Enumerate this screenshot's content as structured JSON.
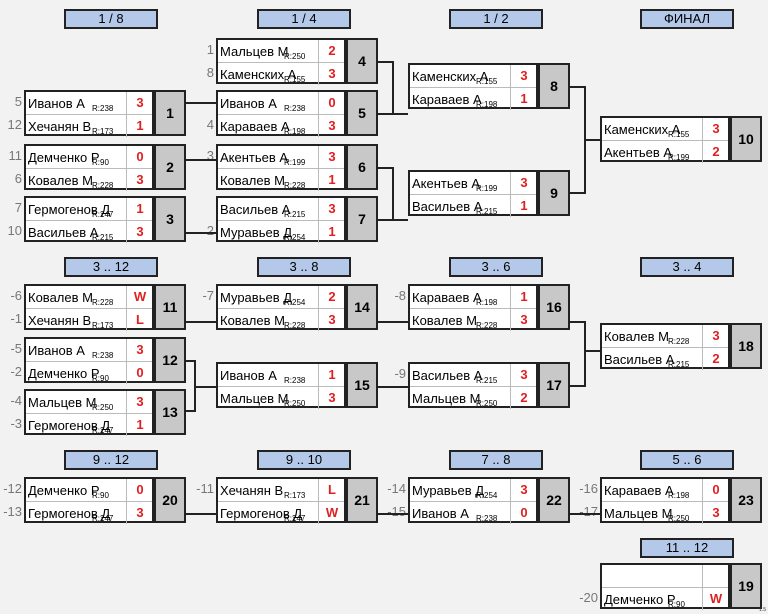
{
  "rounds": {
    "r1_8": "1 / 8",
    "r1_4": "1 / 4",
    "r1_2": "1 / 2",
    "final": "ФИНАЛ",
    "p3_12": "3 .. 12",
    "p3_8": "3 .. 8",
    "p3_6": "3 .. 6",
    "p3_4": "3 .. 4",
    "p9_12": "9 .. 12",
    "p9_10": "9 .. 10",
    "p7_8": "7 .. 8",
    "p5_6": "5 .. 6",
    "p11_12": "11 .. 12"
  },
  "matches": {
    "m1": {
      "num": "1",
      "seeds": [
        "5",
        "12"
      ],
      "players": [
        {
          "name": "Иванов А",
          "rating": "R:238",
          "score": "3"
        },
        {
          "name": "Хечанян В",
          "rating": "R:173",
          "score": "1"
        }
      ]
    },
    "m2": {
      "num": "2",
      "seeds": [
        "11",
        "6"
      ],
      "players": [
        {
          "name": "Демченко Р",
          "rating": "R:90",
          "score": "0"
        },
        {
          "name": "Ковалев М",
          "rating": "R:228",
          "score": "3"
        }
      ]
    },
    "m3": {
      "num": "3",
      "seeds": [
        "7",
        "10"
      ],
      "players": [
        {
          "name": "Гермогенов Д",
          "rating": "R:247",
          "score": "1"
        },
        {
          "name": "Васильев А",
          "rating": "R:215",
          "score": "3"
        }
      ]
    },
    "m4": {
      "num": "4",
      "seeds": [
        "1",
        "8"
      ],
      "players": [
        {
          "name": "Мальцев М",
          "rating": "R:250",
          "score": "2"
        },
        {
          "name": "Каменских А",
          "rating": "R:155",
          "score": "3"
        }
      ]
    },
    "m5": {
      "num": "5",
      "seeds": [
        "",
        "4"
      ],
      "players": [
        {
          "name": "Иванов А",
          "rating": "R:238",
          "score": "0"
        },
        {
          "name": "Караваев А",
          "rating": "R:198",
          "score": "3"
        }
      ]
    },
    "m6": {
      "num": "6",
      "seeds": [
        "3",
        ""
      ],
      "players": [
        {
          "name": "Акентьев А",
          "rating": "R:199",
          "score": "3"
        },
        {
          "name": "Ковалев М",
          "rating": "R:228",
          "score": "1"
        }
      ]
    },
    "m7": {
      "num": "7",
      "seeds": [
        "",
        "2"
      ],
      "players": [
        {
          "name": "Васильев А",
          "rating": "R:215",
          "score": "3"
        },
        {
          "name": "Муравьев Д",
          "rating": "R:254",
          "score": "1"
        }
      ]
    },
    "m8": {
      "num": "8",
      "seeds": [
        "",
        ""
      ],
      "players": [
        {
          "name": "Каменских А",
          "rating": "R:155",
          "score": "3"
        },
        {
          "name": "Караваев А",
          "rating": "R:198",
          "score": "1"
        }
      ]
    },
    "m9": {
      "num": "9",
      "seeds": [
        "",
        ""
      ],
      "players": [
        {
          "name": "Акентьев А",
          "rating": "R:199",
          "score": "3"
        },
        {
          "name": "Васильев А",
          "rating": "R:215",
          "score": "1"
        }
      ]
    },
    "m10": {
      "num": "10",
      "seeds": [
        "",
        ""
      ],
      "players": [
        {
          "name": "Каменских А",
          "rating": "R:155",
          "score": "3"
        },
        {
          "name": "Акентьев А",
          "rating": "R:199",
          "score": "2"
        }
      ]
    },
    "m11": {
      "num": "11",
      "seeds": [
        "-6",
        "-1"
      ],
      "players": [
        {
          "name": "Ковалев М",
          "rating": "R:228",
          "score": "W"
        },
        {
          "name": "Хечанян В",
          "rating": "R:173",
          "score": "L"
        }
      ]
    },
    "m12": {
      "num": "12",
      "seeds": [
        "-5",
        "-2"
      ],
      "players": [
        {
          "name": "Иванов А",
          "rating": "R:238",
          "score": "3"
        },
        {
          "name": "Демченко Р",
          "rating": "R:90",
          "score": "0"
        }
      ]
    },
    "m13": {
      "num": "13",
      "seeds": [
        "-4",
        "-3"
      ],
      "players": [
        {
          "name": "Мальцев М",
          "rating": "R:250",
          "score": "3"
        },
        {
          "name": "Гермогенов Д",
          "rating": "R:247",
          "score": "1"
        }
      ]
    },
    "m14": {
      "num": "14",
      "seeds": [
        "-7",
        ""
      ],
      "players": [
        {
          "name": "Муравьев Д",
          "rating": "R:254",
          "score": "2"
        },
        {
          "name": "Ковалев М",
          "rating": "R:228",
          "score": "3"
        }
      ]
    },
    "m15": {
      "num": "15",
      "seeds": [
        "",
        ""
      ],
      "players": [
        {
          "name": "Иванов А",
          "rating": "R:238",
          "score": "1"
        },
        {
          "name": "Мальцев М",
          "rating": "R:250",
          "score": "3"
        }
      ]
    },
    "m16": {
      "num": "16",
      "seeds": [
        "-8",
        ""
      ],
      "players": [
        {
          "name": "Караваев А",
          "rating": "R:198",
          "score": "1"
        },
        {
          "name": "Ковалев М",
          "rating": "R:228",
          "score": "3"
        }
      ]
    },
    "m17": {
      "num": "17",
      "seeds": [
        "-9",
        ""
      ],
      "players": [
        {
          "name": "Васильев А",
          "rating": "R:215",
          "score": "3"
        },
        {
          "name": "Мальцев М",
          "rating": "R:250",
          "score": "2"
        }
      ]
    },
    "m18": {
      "num": "18",
      "seeds": [
        "",
        ""
      ],
      "players": [
        {
          "name": "Ковалев М",
          "rating": "R:228",
          "score": "3"
        },
        {
          "name": "Васильев А",
          "rating": "R:215",
          "score": "2"
        }
      ]
    },
    "m20": {
      "num": "20",
      "seeds": [
        "-12",
        "-13"
      ],
      "players": [
        {
          "name": "Демченко Р",
          "rating": "R:90",
          "score": "0"
        },
        {
          "name": "Гермогенов Д",
          "rating": "R:247",
          "score": "3"
        }
      ]
    },
    "m21": {
      "num": "21",
      "seeds": [
        "-11",
        ""
      ],
      "players": [
        {
          "name": "Хечанян В",
          "rating": "R:173",
          "score": "L"
        },
        {
          "name": "Гермогенов Д",
          "rating": "R:247",
          "score": "W"
        }
      ]
    },
    "m22": {
      "num": "22",
      "seeds": [
        "-14",
        "-15"
      ],
      "players": [
        {
          "name": "Муравьев Д",
          "rating": "R:254",
          "score": "3"
        },
        {
          "name": "Иванов А",
          "rating": "R:238",
          "score": "0"
        }
      ]
    },
    "m23": {
      "num": "23",
      "seeds": [
        "-16",
        "-17"
      ],
      "players": [
        {
          "name": "Караваев А",
          "rating": "R:198",
          "score": "0"
        },
        {
          "name": "Мальцев М",
          "rating": "R:250",
          "score": "3"
        }
      ]
    },
    "m19": {
      "num": "19",
      "seeds": [
        "",
        "-20"
      ],
      "players": [
        {
          "name": "",
          "rating": "",
          "score": ""
        },
        {
          "name": "Демченко Р",
          "rating": "R:90",
          "score": "W"
        }
      ]
    }
  },
  "watermark": "1.5"
}
